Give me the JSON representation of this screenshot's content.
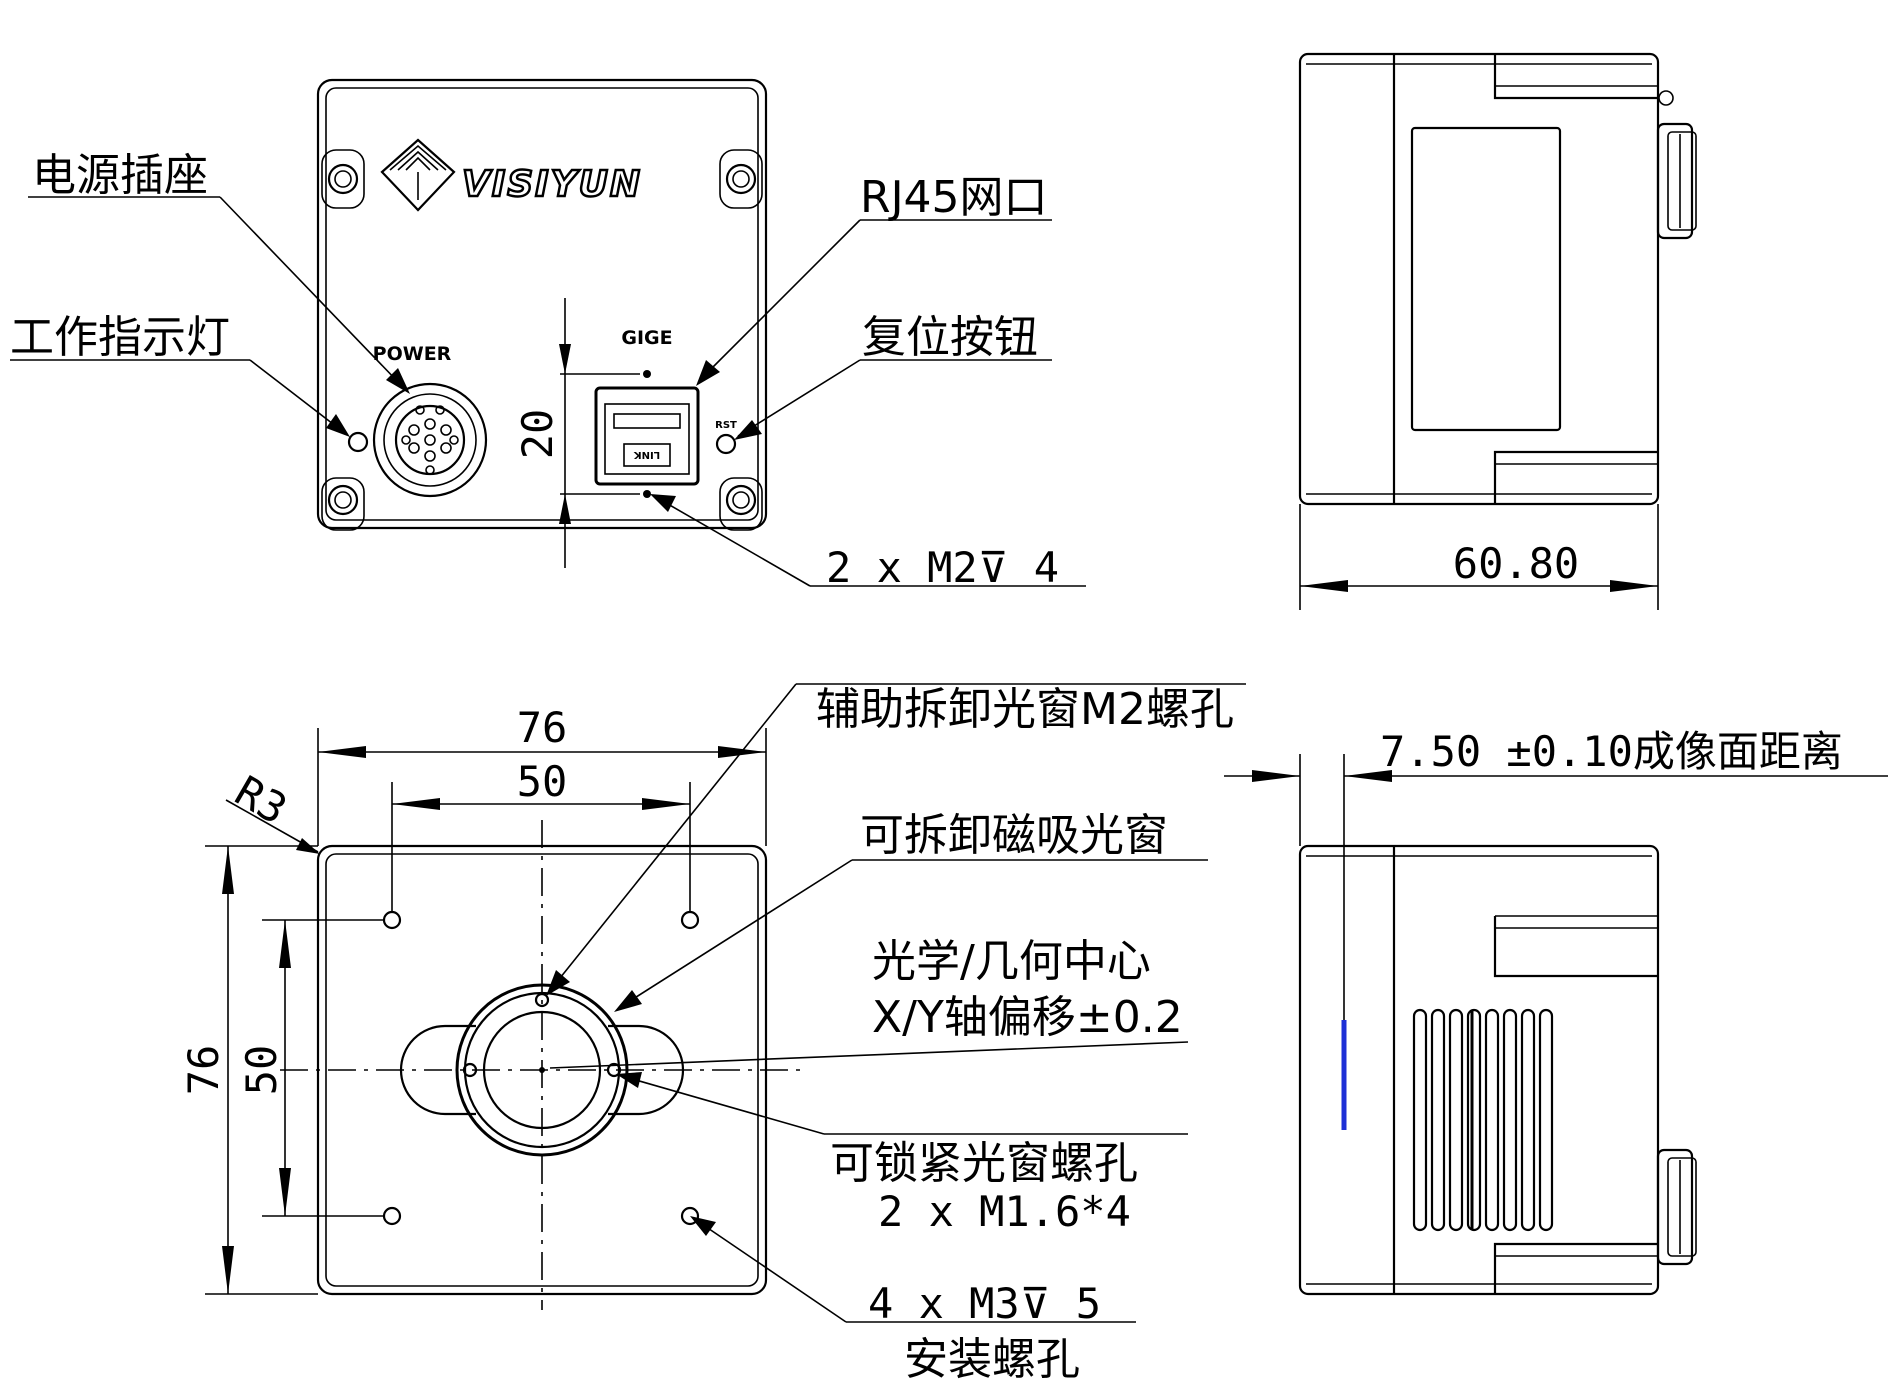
{
  "brand": {
    "logo_text": "VISIYUN",
    "logo_icon": "fan-diamond-logo-icon"
  },
  "back_view": {
    "port_labels": {
      "power": "POWER",
      "gige": "GIGE",
      "rst": "RST",
      "rj45_small": "LINK"
    },
    "callouts": {
      "power_socket": "电源插座",
      "status_led": "工作指示灯",
      "rj45": "RJ45网口",
      "reset_button": "复位按钮",
      "screw_holes": "2 x  M2⊽ 4"
    },
    "dimensions": {
      "hole_spacing": "20"
    }
  },
  "side_view_top": {
    "dimensions": {
      "depth": "60.80"
    }
  },
  "front_view": {
    "dimensions": {
      "outer_width": "76",
      "hole_width": "50",
      "outer_height": "76",
      "hole_height": "50",
      "corner_radius": "R3"
    },
    "callouts": {
      "aux_screw": "辅助拆卸光窗M2螺孔",
      "magnetic_window": "可拆卸磁吸光窗",
      "optical_center_1": "光学/几何中心",
      "optical_center_2": "X/Y轴偏移±0.2",
      "lock_screw_1": "可锁紧光窗螺孔",
      "lock_screw_2": "2 x M1.6*4",
      "mount_holes_1": "4 x  M3⊽ 5",
      "mount_holes_2": "安装螺孔"
    }
  },
  "side_view_bottom": {
    "callouts": {
      "image_plane": "7.50 ±0.10成像面距离"
    },
    "accent_color": "#1d2fd6"
  }
}
